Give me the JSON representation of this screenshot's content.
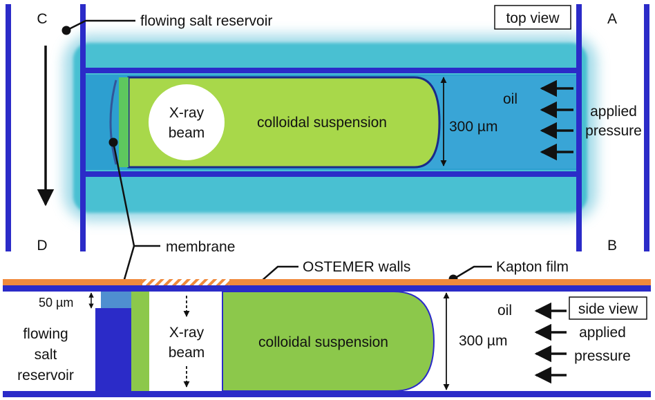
{
  "top_panel": {
    "view_label": "top view",
    "corner_labels": {
      "a": "A",
      "b": "B",
      "c": "C",
      "d": "D"
    },
    "reservoir_label": "flowing salt reservoir",
    "beam_label_line1": "X-ray",
    "beam_label_line2": "beam",
    "suspension_label": "colloidal suspension",
    "width_label": "300 µm",
    "oil_label": "oil",
    "pressure_label_line1": "applied",
    "pressure_label_line2": "pressure"
  },
  "callouts": {
    "membrane": "membrane",
    "walls": "OSTEMER walls",
    "film": "Kapton film"
  },
  "side_panel": {
    "view_label": "side view",
    "membrane_thickness_label": "50 µm",
    "reservoir_line1": "flowing",
    "reservoir_line2": "salt",
    "reservoir_line3": "reservoir",
    "beam_label_line1": "X-ray",
    "beam_label_line2": "beam",
    "suspension_label": "colloidal suspension",
    "height_label": "300 µm",
    "oil_label": "oil",
    "pressure_label_line1": "applied",
    "pressure_label_line2": "pressure"
  },
  "colors": {
    "wall_blue": "#2b2bc8",
    "suspension_green": "#8cc84b",
    "kapton_orange": "#f08a3c",
    "membrane_blue": "#4f8fd0"
  }
}
